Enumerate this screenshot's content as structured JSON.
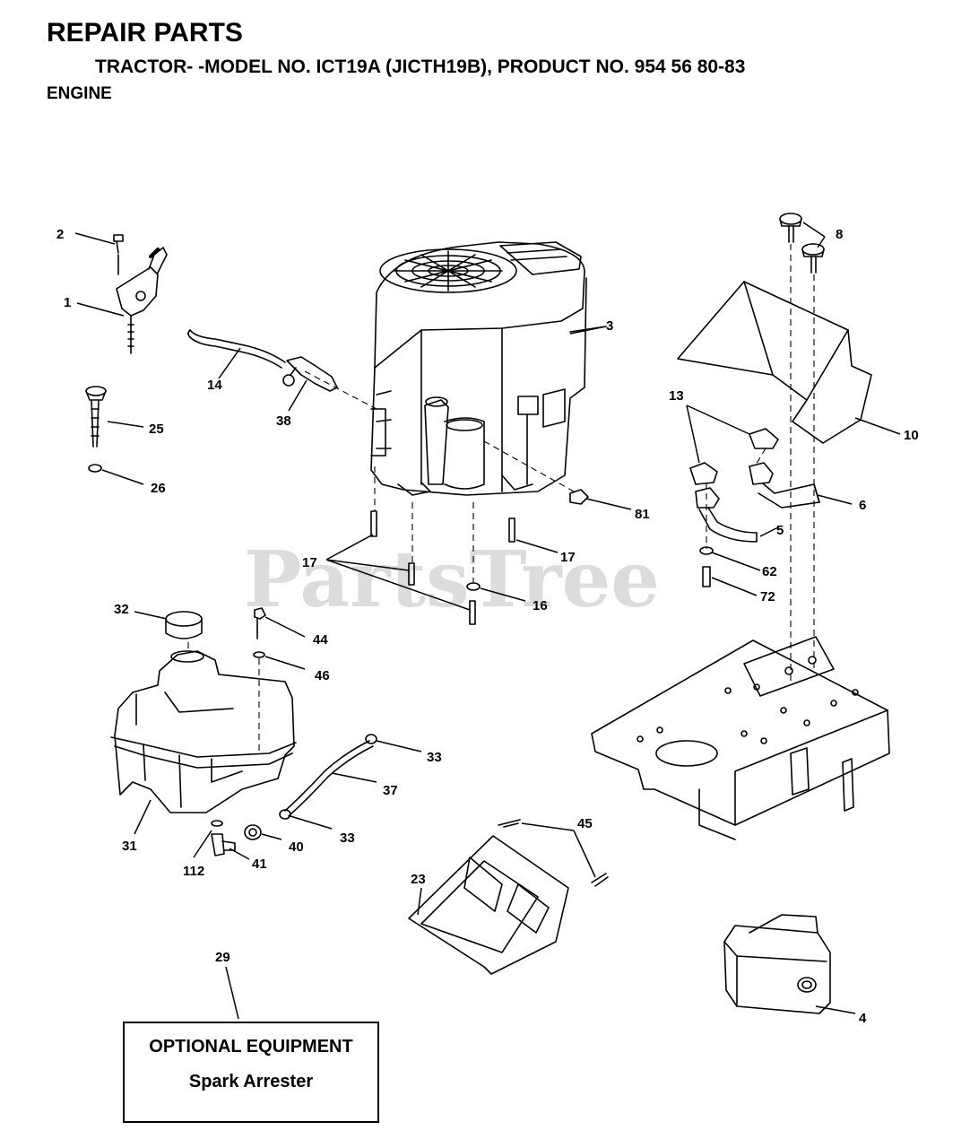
{
  "header": {
    "title": "REPAIR PARTS",
    "subtitle": "TRACTOR- -MODEL NO. ICT19A (JICTH19B), PRODUCT NO. 954 56 80-83",
    "section": "ENGINE"
  },
  "watermark": "PartsTree",
  "callouts": {
    "c1": "1",
    "c2": "2",
    "c3": "3",
    "c4": "4",
    "c5": "5",
    "c6": "6",
    "c8": "8",
    "c10": "10",
    "c13": "13",
    "c14": "14",
    "c16": "16",
    "c17a": "17",
    "c17b": "17",
    "c23": "23",
    "c25": "25",
    "c26": "26",
    "c29": "29",
    "c31": "31",
    "c32": "32",
    "c33a": "33",
    "c33b": "33",
    "c37": "37",
    "c38": "38",
    "c40": "40",
    "c41": "41",
    "c44": "44",
    "c45": "45",
    "c46": "46",
    "c62": "62",
    "c72": "72",
    "c81": "81",
    "c112": "112"
  },
  "optional_box": {
    "title": "OPTIONAL EQUIPMENT",
    "item": "Spark Arrester"
  }
}
